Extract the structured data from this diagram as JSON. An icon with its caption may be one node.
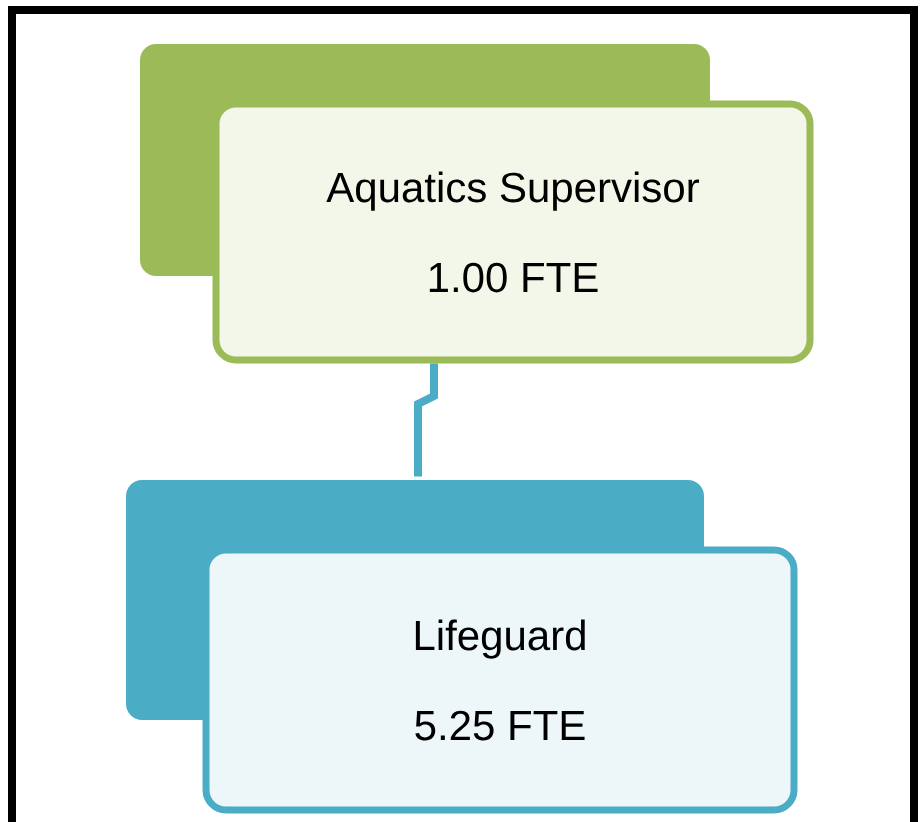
{
  "diagram": {
    "nodes": [
      {
        "text": [
          "Aquatics Supervisor",
          "1.00 FTE"
        ]
      },
      {
        "text": [
          "Lifeguard",
          "5.25 FTE"
        ]
      }
    ],
    "edges": [
      {
        "from": 0,
        "to": 1,
        "arrow": "none"
      }
    ]
  }
}
